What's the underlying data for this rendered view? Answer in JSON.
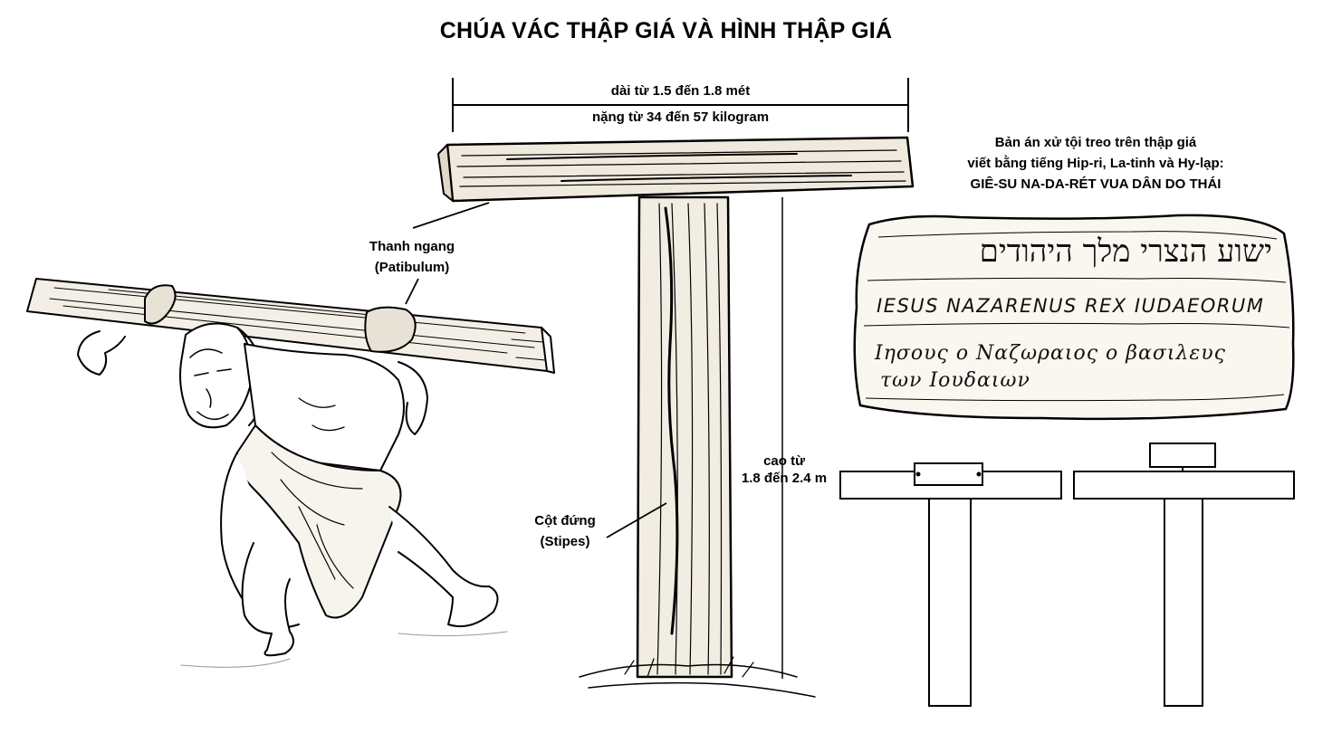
{
  "title": "CHÚA VÁC THẬP GIÁ VÀ HÌNH THẬP GIÁ",
  "dimensions": {
    "length": "dài từ 1.5 đến 1.8 mét",
    "weight": "nặng từ 34 đến 57 kilogram",
    "height_line1": "cao từ",
    "height_line2": "1.8 đến 2.4 m"
  },
  "labels": {
    "crossbar_line1": "Thanh ngang",
    "crossbar_line2": "(Patibulum)",
    "post_line1": "Cột đứng",
    "post_line2": "(Stipes)"
  },
  "inscription_caption": {
    "line1": "Bản án xử tội treo trên thập giá",
    "line2": "viết bằng tiếng Hip-ri, La-tinh và Hy-lạp:",
    "line3": "GIÊ-SU NA-DA-RÉT VUA DÂN DO THÁI"
  },
  "sign": {
    "hebrew": "ישוע הנצרי מלך היהודים",
    "latin": "IESUS NAZARENUS REX IUDAEORUM",
    "greek_line1": "Ιησους ο Ναζωραιος ο βασιλευς",
    "greek_line2": "των Ιουδαιων"
  },
  "colors": {
    "ink": "#000000",
    "wood_light": "#efe9de",
    "background": "#ffffff"
  }
}
